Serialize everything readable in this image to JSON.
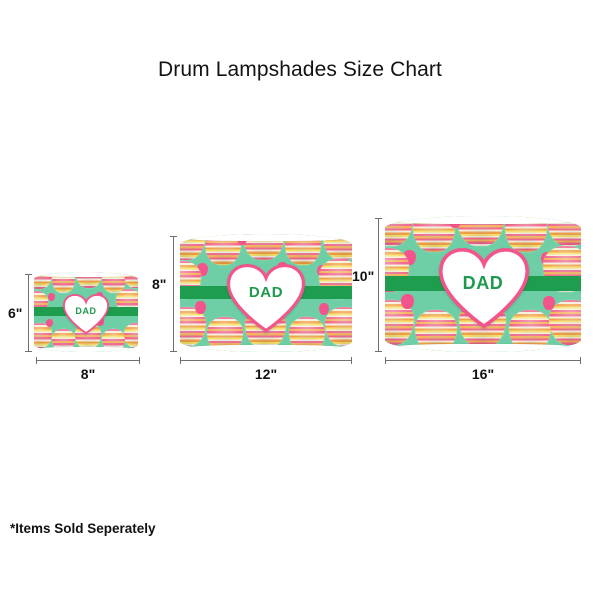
{
  "page": {
    "title": "Drum Lampshades Size Chart",
    "footnote": "*Items Sold Seperately",
    "background_color": "#ffffff"
  },
  "design": {
    "name": "hot-air-balloon-hearts",
    "monogram_text": "DAD",
    "monogram_text_color": "#1d9a4e",
    "heart_fill_color": "#ffffff",
    "heart_outline_color": "#f4548c",
    "ribbon_color": "#1f9d4f",
    "pattern_background_color": "#6ecfa6",
    "pattern_stripe_colors": [
      "#f2668f",
      "#f5f0dc",
      "#f2a047",
      "#f7e06a",
      "#ef6d92",
      "#f4b35c"
    ],
    "rim_color": "#ffffff"
  },
  "shades": [
    {
      "id": "small",
      "height_label": "6\"",
      "width_label": "8\"",
      "monogram_text": "DAD"
    },
    {
      "id": "medium",
      "height_label": "8\"",
      "width_label": "12\"",
      "monogram_text": "DAD"
    },
    {
      "id": "large",
      "height_label": "10\"",
      "width_label": "16\"",
      "monogram_text": "DAD"
    }
  ]
}
